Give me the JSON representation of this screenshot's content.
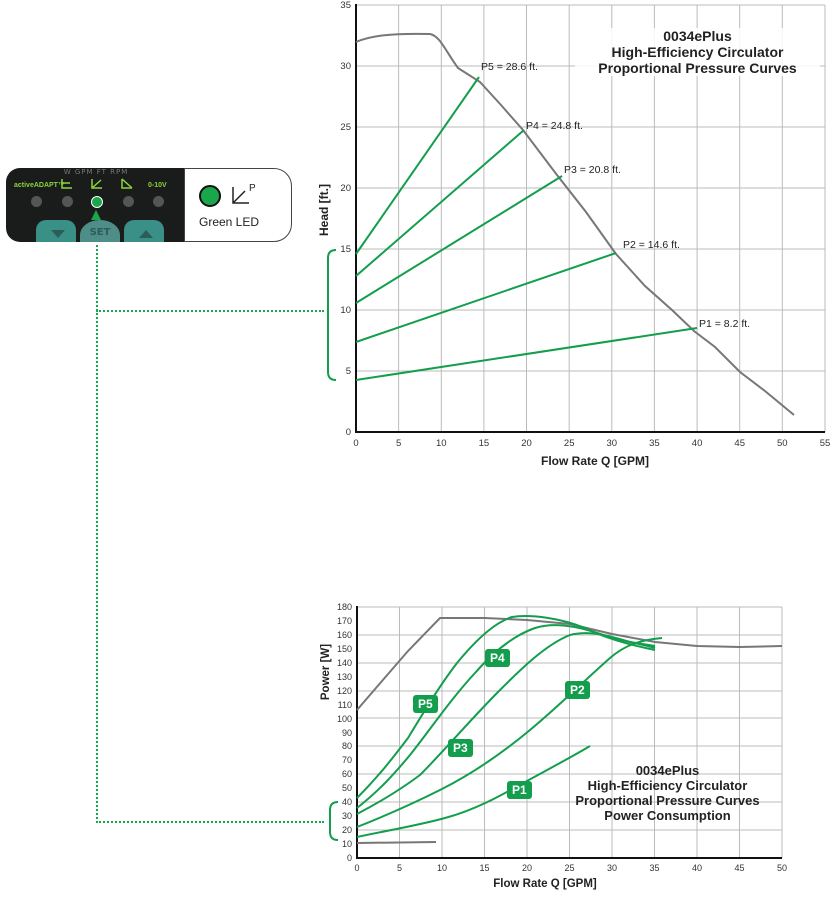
{
  "control_panel": {
    "top_labels": "W   GPM   FT   RPM",
    "modes": [
      "activeADAPT™",
      "constant-pressure-icon",
      "proportional-pressure-icon",
      "fixed-speed-icon",
      "0-10V"
    ],
    "active_mode_index": 2,
    "buttons": [
      "▼",
      "SET",
      "▲"
    ],
    "legend_symbol": "P",
    "legend_text": "Green LED",
    "led_color": "#1aa64a"
  },
  "chart_data": [
    {
      "type": "line",
      "title": "0034ePlus\nHigh-Efficiency Circulator\nProportional Pressure Curves",
      "title_lines": [
        "0034ePlus",
        "High-Efficiency Circulator",
        "Proportional Pressure Curves"
      ],
      "xlabel": "Flow Rate Q [GPM]",
      "ylabel": "Head [ft.]",
      "xlim": [
        0,
        55
      ],
      "ylim": [
        0,
        35
      ],
      "xticks": [
        0,
        5,
        10,
        15,
        20,
        25,
        30,
        35,
        40,
        45,
        50,
        55
      ],
      "yticks": [
        0,
        5,
        10,
        15,
        20,
        25,
        30,
        35
      ],
      "grid": true,
      "series": [
        {
          "name": "Max curve",
          "color": "#777777",
          "x": [
            0,
            3,
            6,
            9,
            10,
            12,
            14.5,
            17,
            20,
            24,
            27,
            30.5,
            34,
            37,
            39.5,
            42,
            45,
            48,
            51.5
          ],
          "y": [
            33.6,
            34.2,
            34.5,
            34.6,
            33.5,
            31,
            28.7,
            26.8,
            24.6,
            21,
            18,
            14.5,
            12,
            10,
            8.3,
            7,
            5,
            3.3,
            1.5
          ]
        },
        {
          "name": "P5",
          "color": "#139e4d",
          "x": [
            0,
            14.5
          ],
          "y": [
            14.6,
            29.1
          ],
          "label": "P5 = 28.6 ft."
        },
        {
          "name": "P4",
          "color": "#139e4d",
          "x": [
            0,
            20
          ],
          "y": [
            12.8,
            24.7
          ],
          "label": "P4 = 24.8 ft."
        },
        {
          "name": "P3",
          "color": "#139e4d",
          "x": [
            0,
            24.5
          ],
          "y": [
            10.6,
            21.0
          ],
          "label": "P3 = 20.8 ft."
        },
        {
          "name": "P2",
          "color": "#139e4d",
          "x": [
            0,
            30.5
          ],
          "y": [
            7.5,
            14.8
          ],
          "label": "P2 = 14.6 ft."
        },
        {
          "name": "P1",
          "color": "#139e4d",
          "x": [
            0,
            40
          ],
          "y": [
            4.4,
            8.5
          ],
          "label": "P1 = 8.2 ft."
        }
      ]
    },
    {
      "type": "line",
      "title": "0034ePlus\nHigh-Efficiency Circulator\nProportional Pressure Curves\nPower Consumption",
      "title_lines": [
        "0034ePlus",
        "High-Efficiency Circulator",
        "Proportional Pressure Curves",
        "Power Consumption"
      ],
      "xlabel": "Flow Rate Q [GPM]",
      "ylabel": "Power [W]",
      "xlim": [
        0,
        50
      ],
      "ylim": [
        0,
        180
      ],
      "xticks": [
        0,
        5,
        10,
        15,
        20,
        25,
        30,
        35,
        40,
        45,
        50
      ],
      "yticks": [
        0,
        10,
        20,
        30,
        40,
        50,
        60,
        70,
        80,
        90,
        100,
        110,
        120,
        130,
        140,
        150,
        160,
        170,
        180
      ],
      "grid": true,
      "series": [
        {
          "name": "Max power",
          "color": "#777777",
          "x": [
            0,
            3,
            6,
            9,
            10,
            15,
            20,
            25,
            30,
            35,
            40,
            45,
            50
          ],
          "y": [
            106,
            127,
            148,
            168,
            171,
            171,
            170,
            167,
            160,
            154,
            151,
            151,
            152
          ]
        },
        {
          "name": "Min power",
          "color": "#777777",
          "x": [
            0,
            9.3
          ],
          "y": [
            10.5,
            11
          ]
        },
        {
          "name": "P5",
          "color": "#139e4d",
          "x": [
            0,
            3,
            6,
            9,
            12,
            15,
            18,
            21,
            24,
            27,
            30,
            33,
            35
          ],
          "y": [
            43,
            60,
            80,
            105,
            135,
            160,
            172,
            173,
            170,
            163,
            158,
            154,
            152
          ]
        },
        {
          "name": "P4",
          "color": "#139e4d",
          "x": [
            0,
            3,
            6,
            9,
            12,
            15,
            18,
            21,
            24,
            27,
            30,
            33,
            35
          ],
          "y": [
            36,
            50,
            65,
            88,
            113,
            140,
            160,
            170,
            170,
            166,
            160,
            155,
            153
          ]
        },
        {
          "name": "P3",
          "color": "#139e4d",
          "x": [
            0,
            3,
            6,
            9,
            12,
            15,
            18,
            21,
            24,
            27,
            30,
            33,
            35
          ],
          "y": [
            32,
            42,
            53,
            67,
            86,
            107,
            130,
            150,
            162,
            165,
            162,
            157,
            155
          ]
        },
        {
          "name": "P2",
          "color": "#139e4d",
          "x": [
            0,
            3,
            6,
            9,
            12,
            15,
            18,
            21,
            24,
            27,
            30,
            33,
            36
          ],
          "y": [
            22,
            28,
            34,
            42,
            51,
            62,
            76,
            92,
            112,
            135,
            150,
            157,
            157
          ]
        },
        {
          "name": "P1",
          "color": "#139e4d",
          "x": [
            0,
            5,
            10,
            14,
            18,
            21,
            24,
            27.3
          ],
          "y": [
            15,
            22,
            29,
            37,
            49,
            60,
            71,
            81
          ]
        }
      ],
      "annotations": [
        "P5",
        "P4",
        "P3",
        "P2",
        "P1"
      ]
    }
  ],
  "charts": {
    "top": {
      "title_1": "0034ePlus",
      "title_2": "High-Efficiency Circulator",
      "title_3": "Proportional Pressure Curves",
      "xlabel": "Flow Rate Q [GPM]",
      "ylabel": "Head [ft.]",
      "p_labels": [
        "P5 = 28.6 ft.",
        "P4 = 24.8 ft.",
        "P3 = 20.8 ft.",
        "P2 = 14.6 ft.",
        "P1 = 8.2 ft."
      ]
    },
    "bottom": {
      "title_1": "0034ePlus",
      "title_2": "High-Efficiency Circulator",
      "title_3": "Proportional Pressure Curves",
      "title_4": "Power Consumption",
      "xlabel": "Flow Rate Q [GPM]",
      "ylabel": "Power [W]",
      "badges": [
        "P5",
        "P4",
        "P3",
        "P2",
        "P1"
      ]
    }
  }
}
